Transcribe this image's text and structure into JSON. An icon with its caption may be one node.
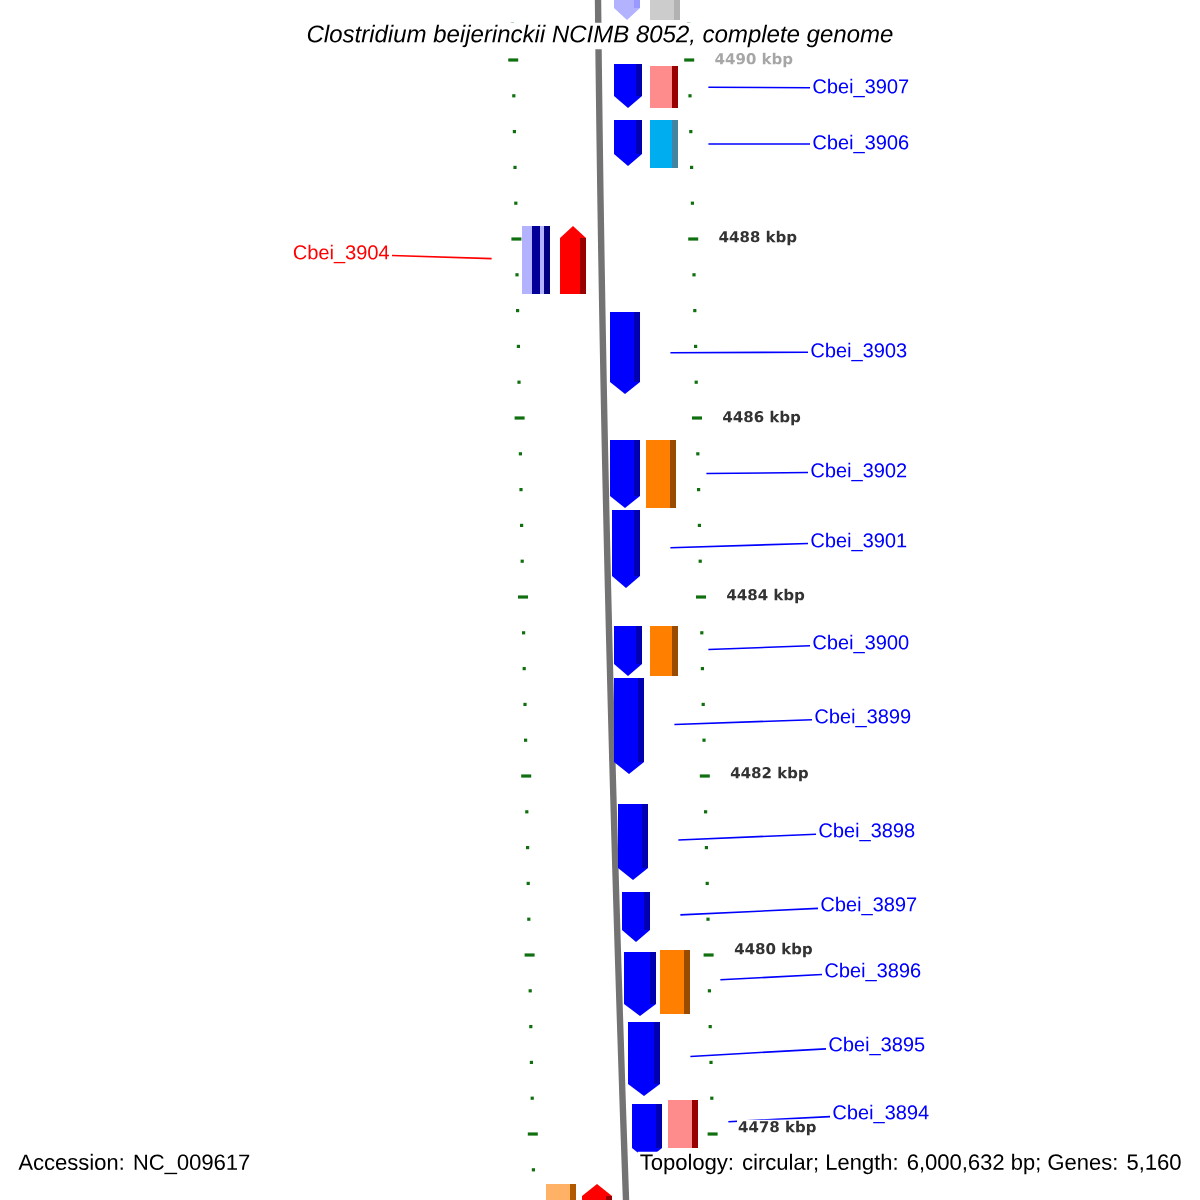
{
  "diagram": {
    "title": "Clostridium beijerinckii NCIMB 8052, complete genome",
    "nodes": [
      {
        "text": [],
        "shape": "pentagon"
      },
      {
        "text": [],
        "shape": "box"
      },
      {
        "text": [],
        "shape": "pentagon"
      },
      {
        "text": [],
        "shape": "box"
      },
      {
        "text": [
          "Cbei_3907"
        ]
      },
      {
        "text": [],
        "shape": "pentagon"
      },
      {
        "text": [],
        "shape": "box"
      },
      {
        "text": [
          "Cbei_3906"
        ]
      },
      {
        "text": [
          "Cbei_3904"
        ]
      },
      {
        "text": [],
        "shape": "box"
      },
      {
        "text": [],
        "shape": "pentagon"
      },
      {
        "text": [],
        "shape": "pentagon"
      },
      {
        "text": [
          "Cbei_3903"
        ]
      },
      {
        "text": [],
        "shape": "pentagon"
      },
      {
        "text": [],
        "shape": "box"
      },
      {
        "text": [
          "Cbei_3902"
        ]
      },
      {
        "text": [],
        "shape": "pentagon"
      },
      {
        "text": [
          "Cbei_3901"
        ]
      },
      {
        "text": [],
        "shape": "pentagon"
      },
      {
        "text": [],
        "shape": "box"
      },
      {
        "text": [
          "Cbei_3900"
        ]
      },
      {
        "text": [],
        "shape": "pentagon"
      },
      {
        "text": [
          "Cbei_3899"
        ]
      },
      {
        "text": [],
        "shape": "pentagon"
      },
      {
        "text": [
          "Cbei_3898"
        ]
      },
      {
        "text": [],
        "shape": "pentagon"
      },
      {
        "text": [
          "Cbei_3897"
        ]
      },
      {
        "text": [],
        "shape": "pentagon"
      },
      {
        "text": [],
        "shape": "box"
      },
      {
        "text": [
          "Cbei_3896"
        ]
      },
      {
        "text": [],
        "shape": "pentagon"
      },
      {
        "text": [
          "Cbei_3895"
        ]
      },
      {
        "text": [],
        "shape": "pentagon"
      },
      {
        "text": [],
        "shape": "box"
      },
      {
        "text": [
          "Cbei_3894"
        ]
      },
      {
        "text": [],
        "shape": "box"
      },
      {
        "text": [],
        "shape": "pentagon"
      }
    ],
    "edges": [
      {
        "from": 4,
        "to": 3,
        "arrow": "none"
      },
      {
        "from": 7,
        "to": 6,
        "arrow": "none"
      },
      {
        "from": 8,
        "to": 9,
        "arrow": "none",
        "color": "#ff0000"
      },
      {
        "from": 12,
        "to": 11,
        "arrow": "none"
      },
      {
        "from": 15,
        "to": 14,
        "arrow": "none"
      },
      {
        "from": 17,
        "to": 16,
        "arrow": "none"
      },
      {
        "from": 20,
        "to": 19,
        "arrow": "none"
      },
      {
        "from": 22,
        "to": 21,
        "arrow": "none"
      },
      {
        "from": 24,
        "to": 23,
        "arrow": "none"
      },
      {
        "from": 26,
        "to": 25,
        "arrow": "none"
      },
      {
        "from": 29,
        "to": 28,
        "arrow": "none"
      },
      {
        "from": 31,
        "to": 30,
        "arrow": "none"
      },
      {
        "from": 34,
        "to": 33,
        "arrow": "none"
      }
    ],
    "labels": [
      "4490 kbp",
      "4488 kbp",
      "4486 kbp",
      "4484 kbp",
      "4482 kbp",
      "4480 kbp",
      "4478 kbp",
      "Accession: NC_009617",
      "Topology: circular; Length: 6,000,632 bp; Genes: 5,160"
    ]
  }
}
